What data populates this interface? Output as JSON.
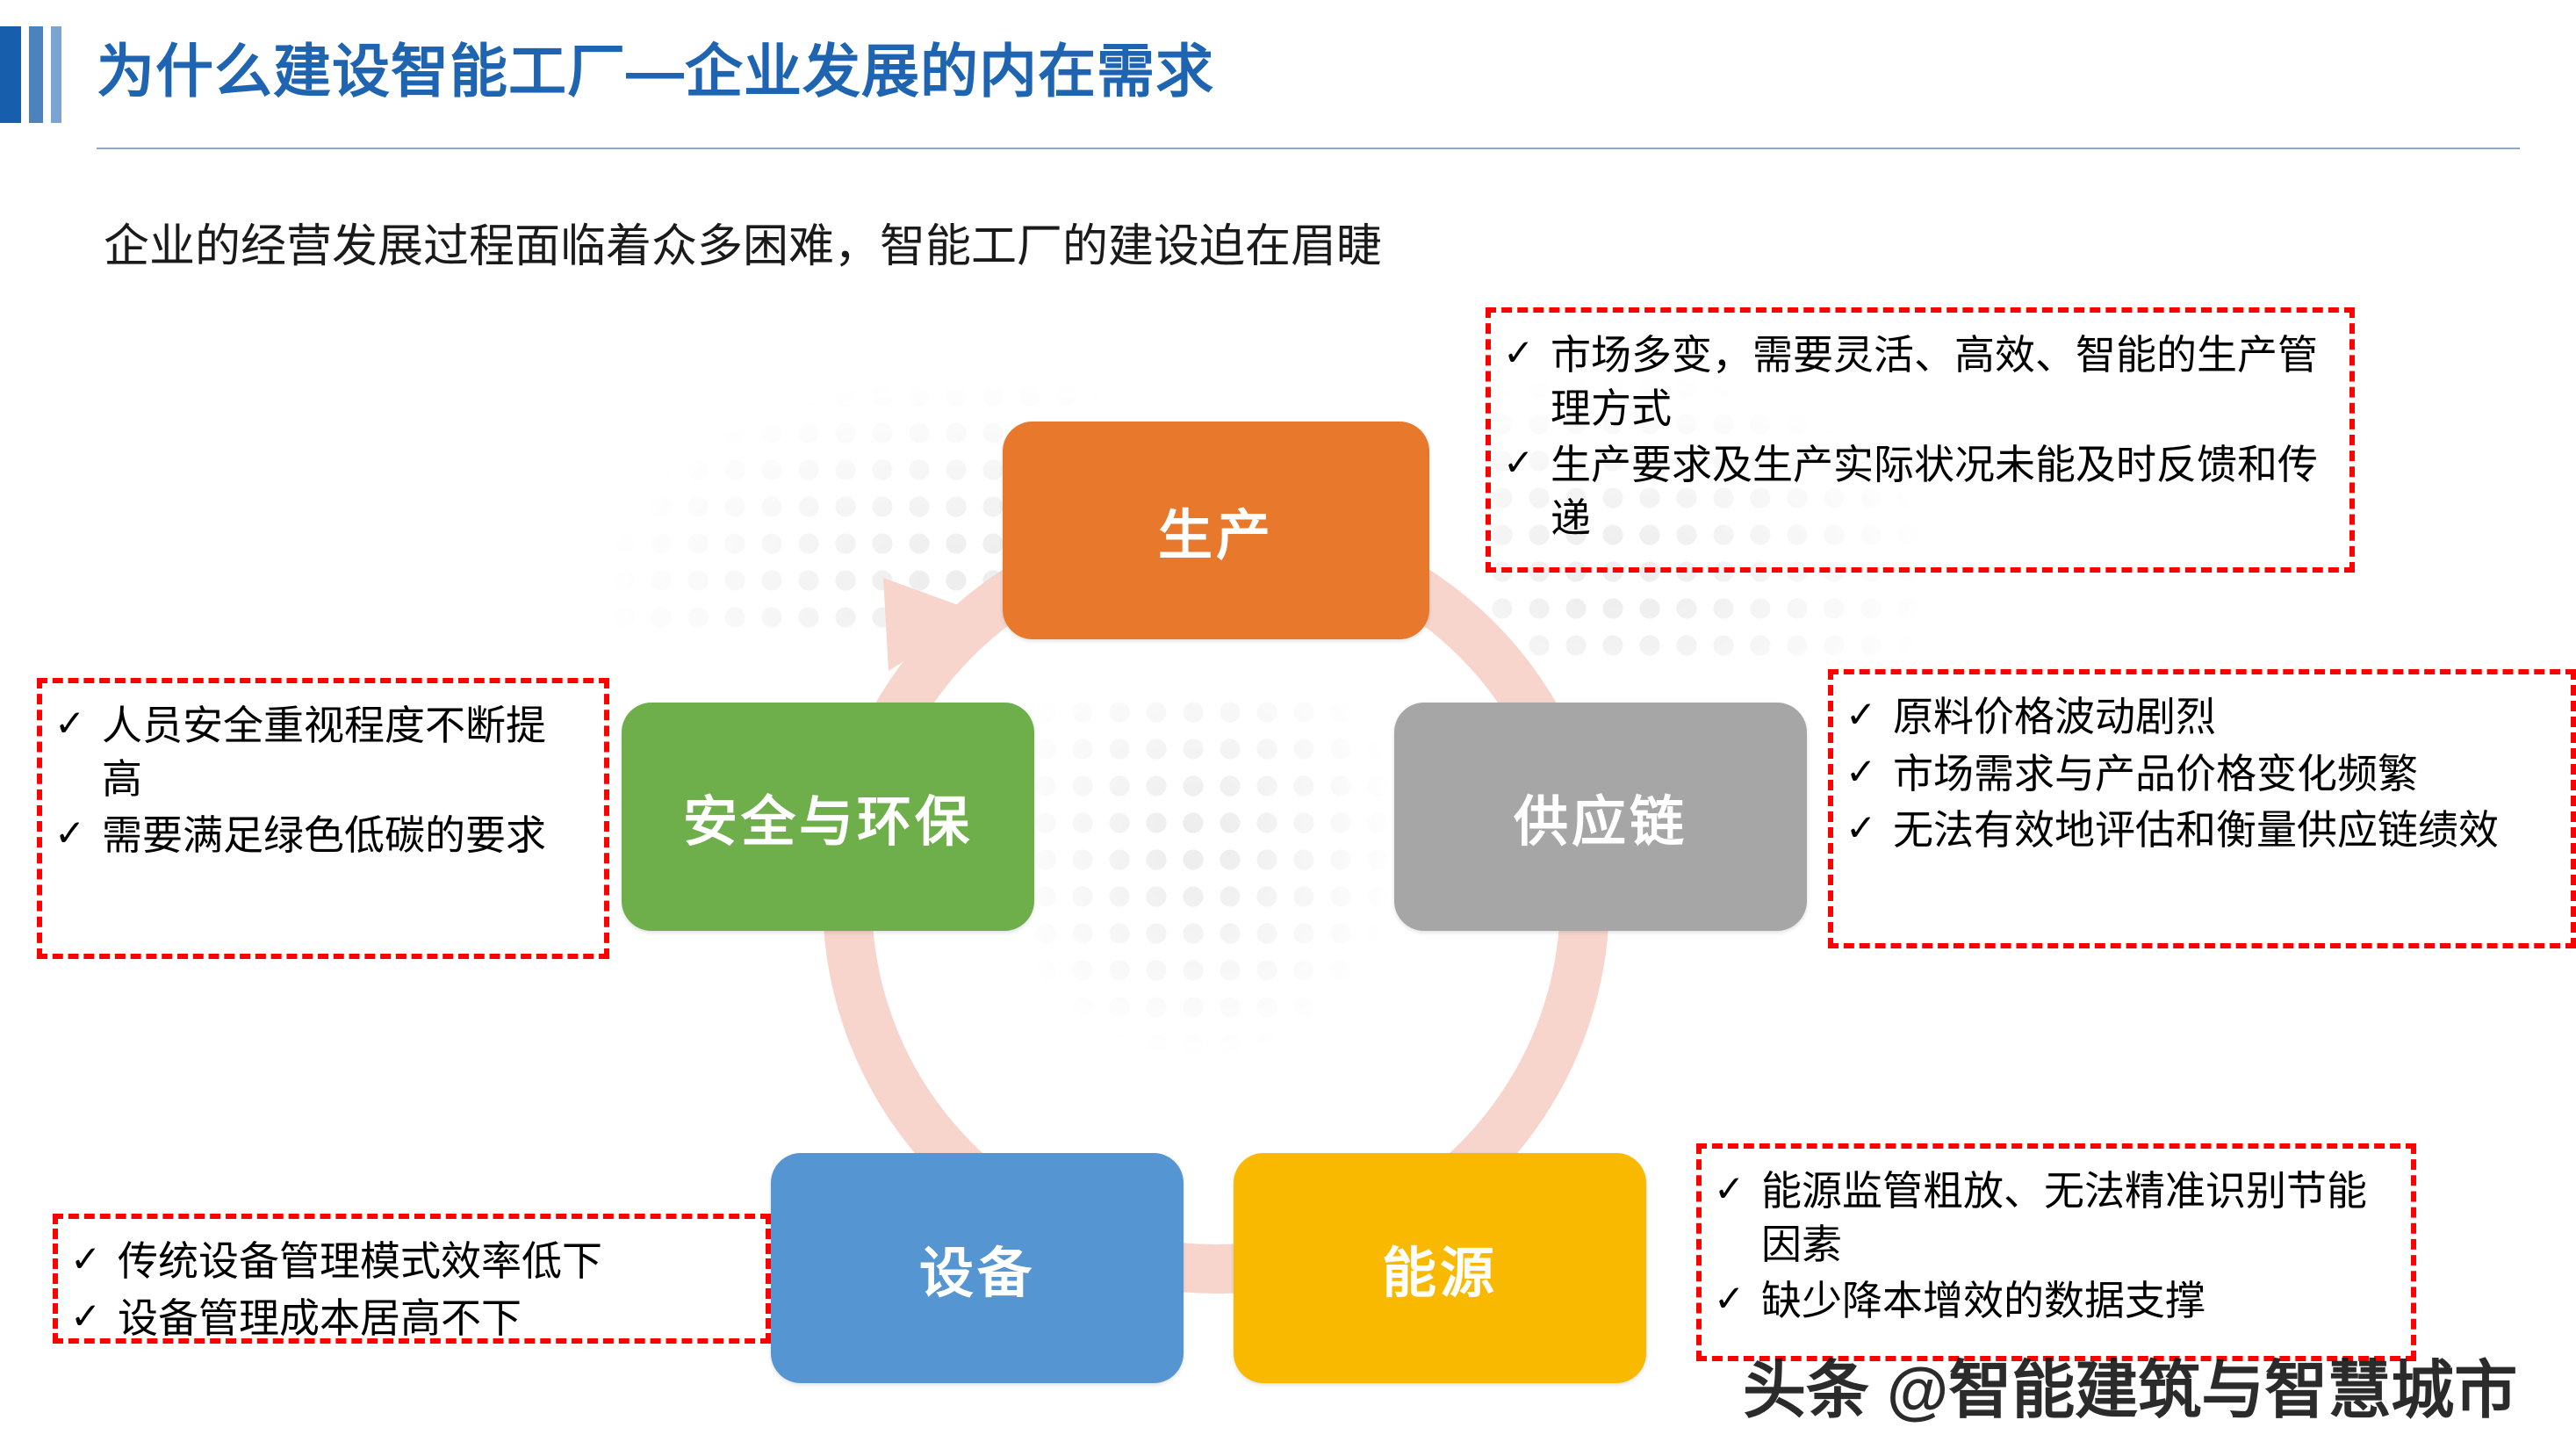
{
  "header": {
    "title": "为什么建设智能工厂—企业发展的内在需求",
    "subtitle": "企业的经营发展过程面临着众多困难，智能工厂的建设迫在眉睫",
    "title_color": "#1F64B0",
    "accent_bar_colors": [
      "#175FAD",
      "#4C82BE",
      "#7CA4D2"
    ]
  },
  "diagram": {
    "ring_color": "#F7D5CC",
    "nodes": [
      {
        "id": "production",
        "label": "生产",
        "color": "#E8782C"
      },
      {
        "id": "supply",
        "label": "供应链",
        "color": "#A6A6A6"
      },
      {
        "id": "energy",
        "label": "能源",
        "color": "#F9B900"
      },
      {
        "id": "equipment",
        "label": "设备",
        "color": "#5595D2"
      },
      {
        "id": "safety",
        "label": "安全与环保",
        "color": "#6EAF4B"
      }
    ]
  },
  "callouts": {
    "border_color": "#FF0000",
    "check_glyph": "✓",
    "production": {
      "items": [
        "市场多变，需要灵活、高效、智能的生产管理方式",
        "生产要求及生产实际状况未能及时反馈和传递"
      ]
    },
    "supply": {
      "items": [
        "原料价格波动剧烈",
        "市场需求与产品价格变化频繁",
        "无法有效地评估和衡量供应链绩效"
      ]
    },
    "safety": {
      "items": [
        "人员安全重视程度不断提高",
        "需要满足绿色低碳的要求"
      ]
    },
    "equipment": {
      "items": [
        "传统设备管理模式效率低下",
        "设备管理成本居高不下"
      ]
    },
    "energy": {
      "items": [
        "能源监管粗放、无法精准识别节能因素",
        "缺少降本增效的数据支撑"
      ]
    }
  },
  "watermark": {
    "text": "头条 @智能建筑与智慧城市"
  }
}
